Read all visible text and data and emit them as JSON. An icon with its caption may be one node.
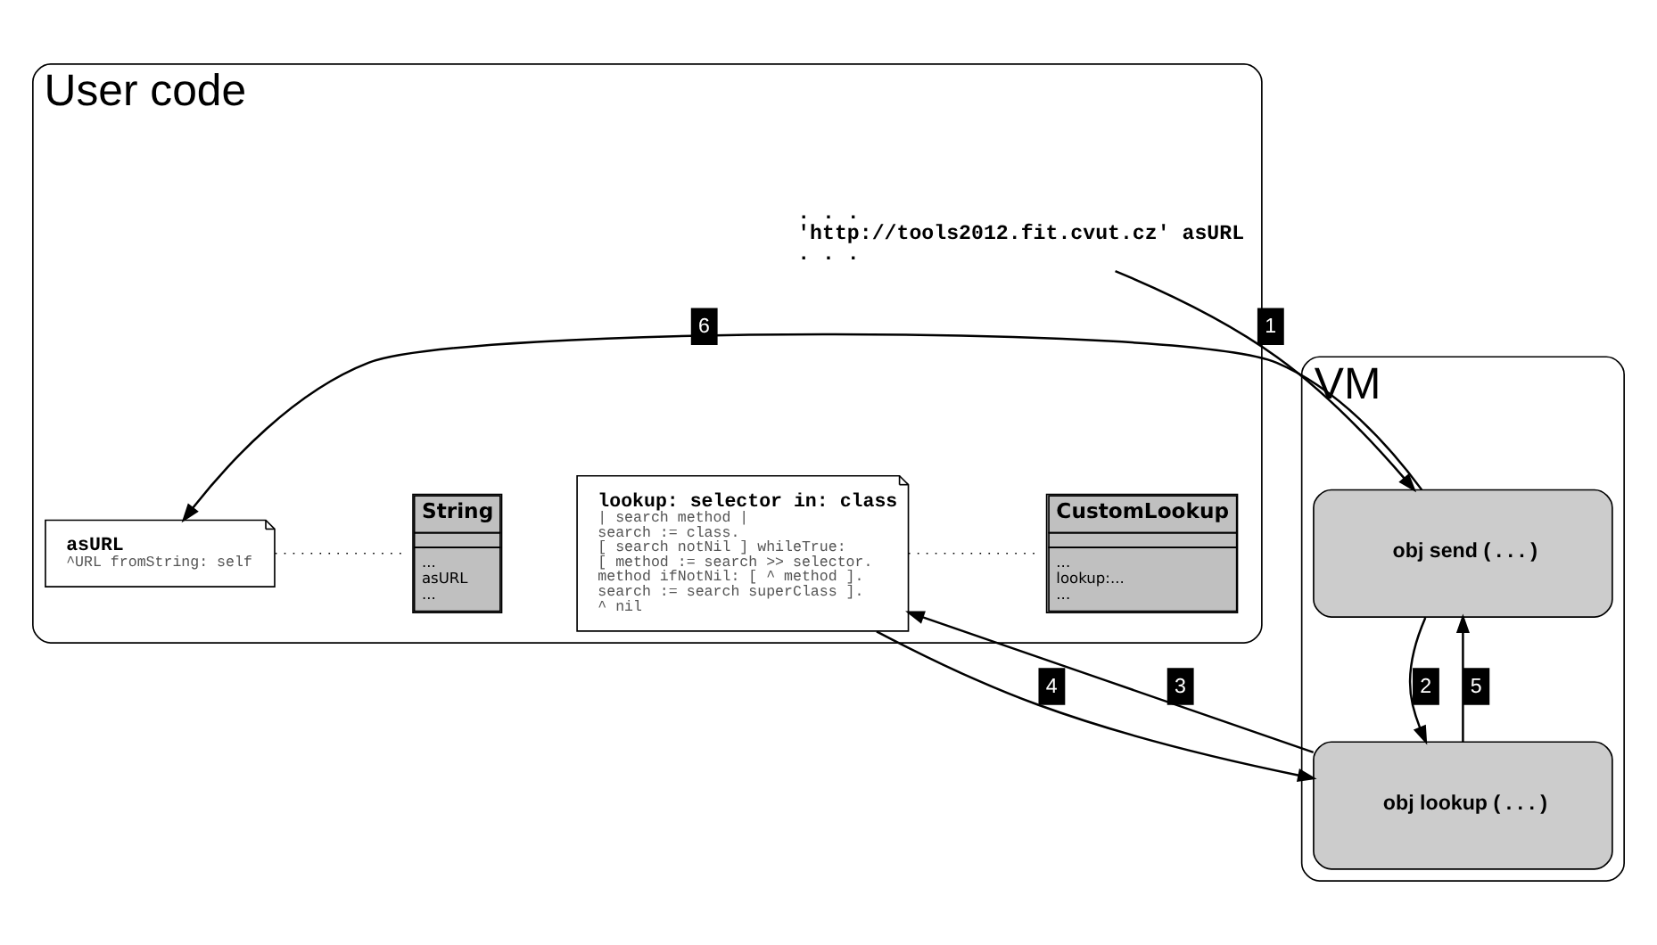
{
  "diagram": {
    "nodes": [
      {
        "text": [
          "User code"
        ]
      },
      {
        "text": [
          ". . .",
          "'http://tools2012.fit.cvut.cz' asURL",
          ". . ."
        ],
        "in": 0
      },
      {
        "text": [
          "CustomLookup",
          "...",
          "lookup:...",
          "..."
        ],
        "in": 0
      },
      {
        "text": [
          "lookup: selector in: class",
          "| search method |",
          "search := class.",
          "[ search notNil ] whileTrue:",
          "[ method := search >> selector.",
          "method ifNotNil: [ ^ method ].",
          "search := search superClass ].",
          "^ nil"
        ],
        "in": 0
      },
      {
        "text": [
          "String",
          "...",
          "asURL",
          "..."
        ],
        "in": 0
      },
      {
        "text": [
          "asURL",
          "^URL fromString: self"
        ],
        "in": 0
      },
      {
        "text": [
          "VM"
        ]
      },
      {
        "text": [
          "obj send ( . . . )"
        ],
        "in": 6
      },
      {
        "text": [
          "obj lookup ( . . . )"
        ],
        "in": 6
      }
    ],
    "edges": [
      {
        "from": 2,
        "to": 3,
        "arrow": "none",
        "style": "dashed"
      },
      {
        "from": 4,
        "to": 5,
        "arrow": "none",
        "style": "dashed"
      },
      {
        "from": 1,
        "to": 7,
        "arrow": "to",
        "label": "1"
      },
      {
        "from": 7,
        "to": 8,
        "arrow": "to",
        "label": "2"
      },
      {
        "from": 8,
        "to": 3,
        "arrow": "to",
        "label": "3"
      },
      {
        "from": 3,
        "to": 8,
        "arrow": "to",
        "label": "4"
      },
      {
        "from": 8,
        "to": 7,
        "arrow": "to",
        "label": "5"
      },
      {
        "from": 7,
        "to": 5,
        "arrow": "to",
        "label": "6"
      }
    ]
  }
}
